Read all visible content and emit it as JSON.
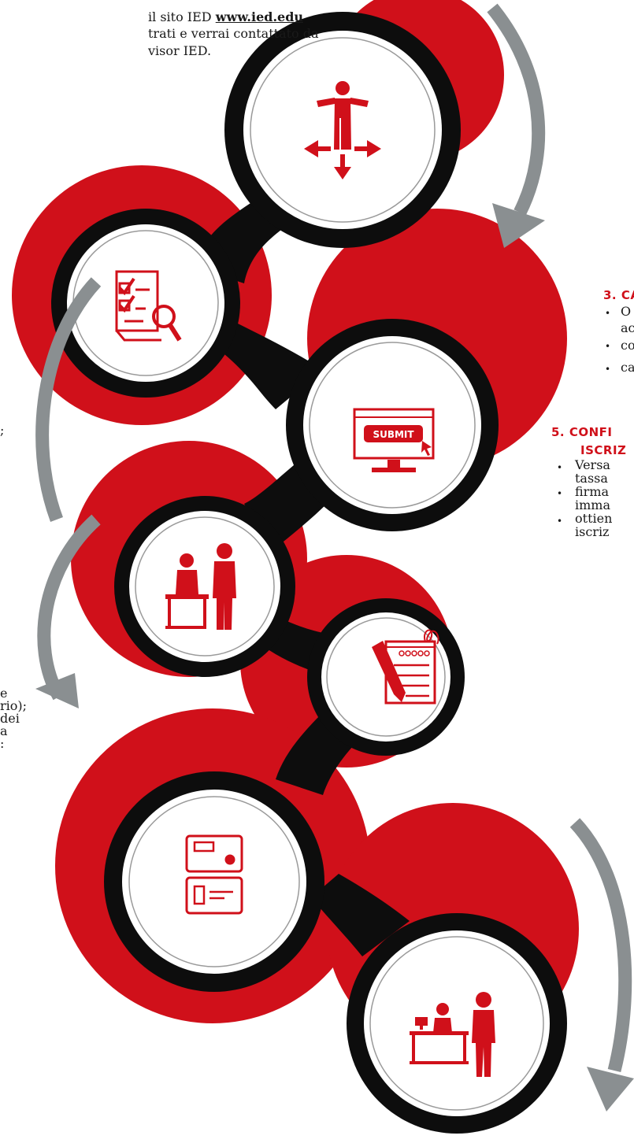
{
  "intro": {
    "line1_prefix": "il sito IED ",
    "link": "www.ied.edu",
    "line2": "trati e verrai contattato da",
    "line3": "visor IED."
  },
  "step3": {
    "heading": "3.   CA",
    "bullets": [
      "O",
      "ac",
      "co",
      "ca"
    ]
  },
  "step5": {
    "heading_line1": "5.   CONFI",
    "heading_line2": "ISCRIZ",
    "bullets": [
      "Versa",
      "tassa",
      "firma",
      "imma",
      "ottien",
      "iscriz"
    ]
  },
  "left_fragments": [
    ";",
    "e",
    "rio);",
    "dei",
    "a",
    ":"
  ],
  "submit_label": "SUBMIT",
  "colors": {
    "accent": "#d0101a",
    "dark": "#0d0d0d",
    "arrow": "#8a8f91",
    "ring": "#9a9a9a"
  },
  "icons": [
    "person-directions-icon",
    "checklist-search-icon",
    "submit-monitor-icon",
    "interview-desk-icon",
    "contract-sign-icon",
    "id-cards-icon",
    "reception-desk-icon"
  ]
}
